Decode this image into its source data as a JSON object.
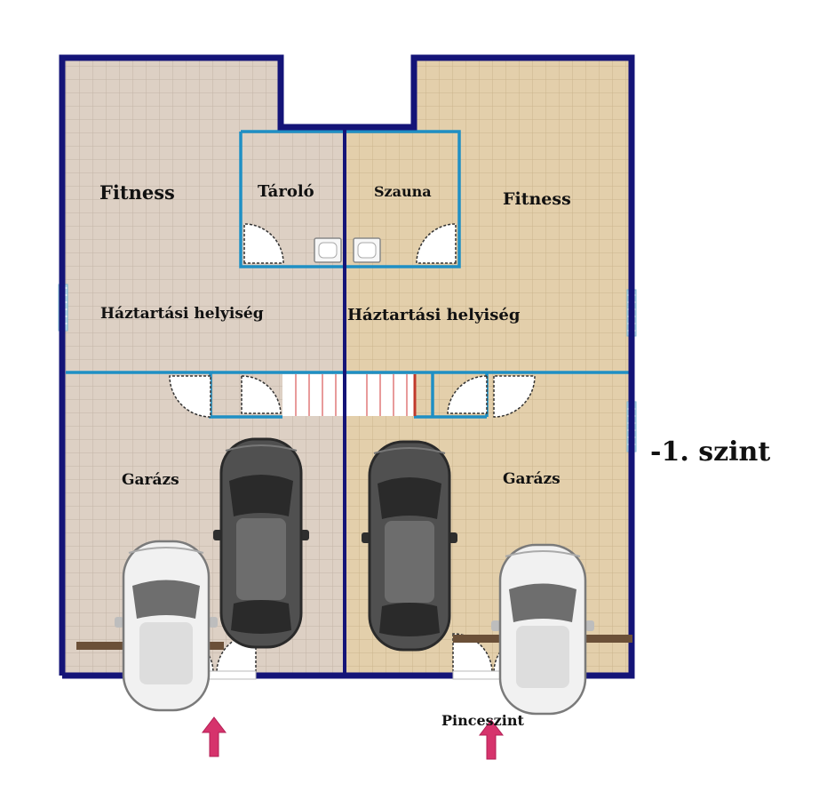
{
  "rooms": {
    "fitness_left": "Fitness",
    "fitness_right": "Fitness",
    "storage": "Tároló",
    "sauna": "Szauna",
    "utility_left": "Háztartási helyiség",
    "utility_right": "Háztartási helyiség",
    "garage_left": "Garázs",
    "garage_right": "Garázs"
  },
  "level_label": "-1. szint",
  "floor_caption": "Pinceszint",
  "icons": [
    "car-icon",
    "door-swing-icon",
    "stairs-icon",
    "entrance-arrow-icon",
    "washbasin-icon",
    "window-icon"
  ],
  "colors": {
    "outer_wall": "#141478",
    "inner_wall": "#1f8fc4",
    "floor_left": "#ddd0c4",
    "floor_right": "#e3cfab",
    "arrow": "#d6336c",
    "car_dark": "#4a4a4a",
    "car_light": "#e4e4e4",
    "gate": "#6b5038"
  }
}
